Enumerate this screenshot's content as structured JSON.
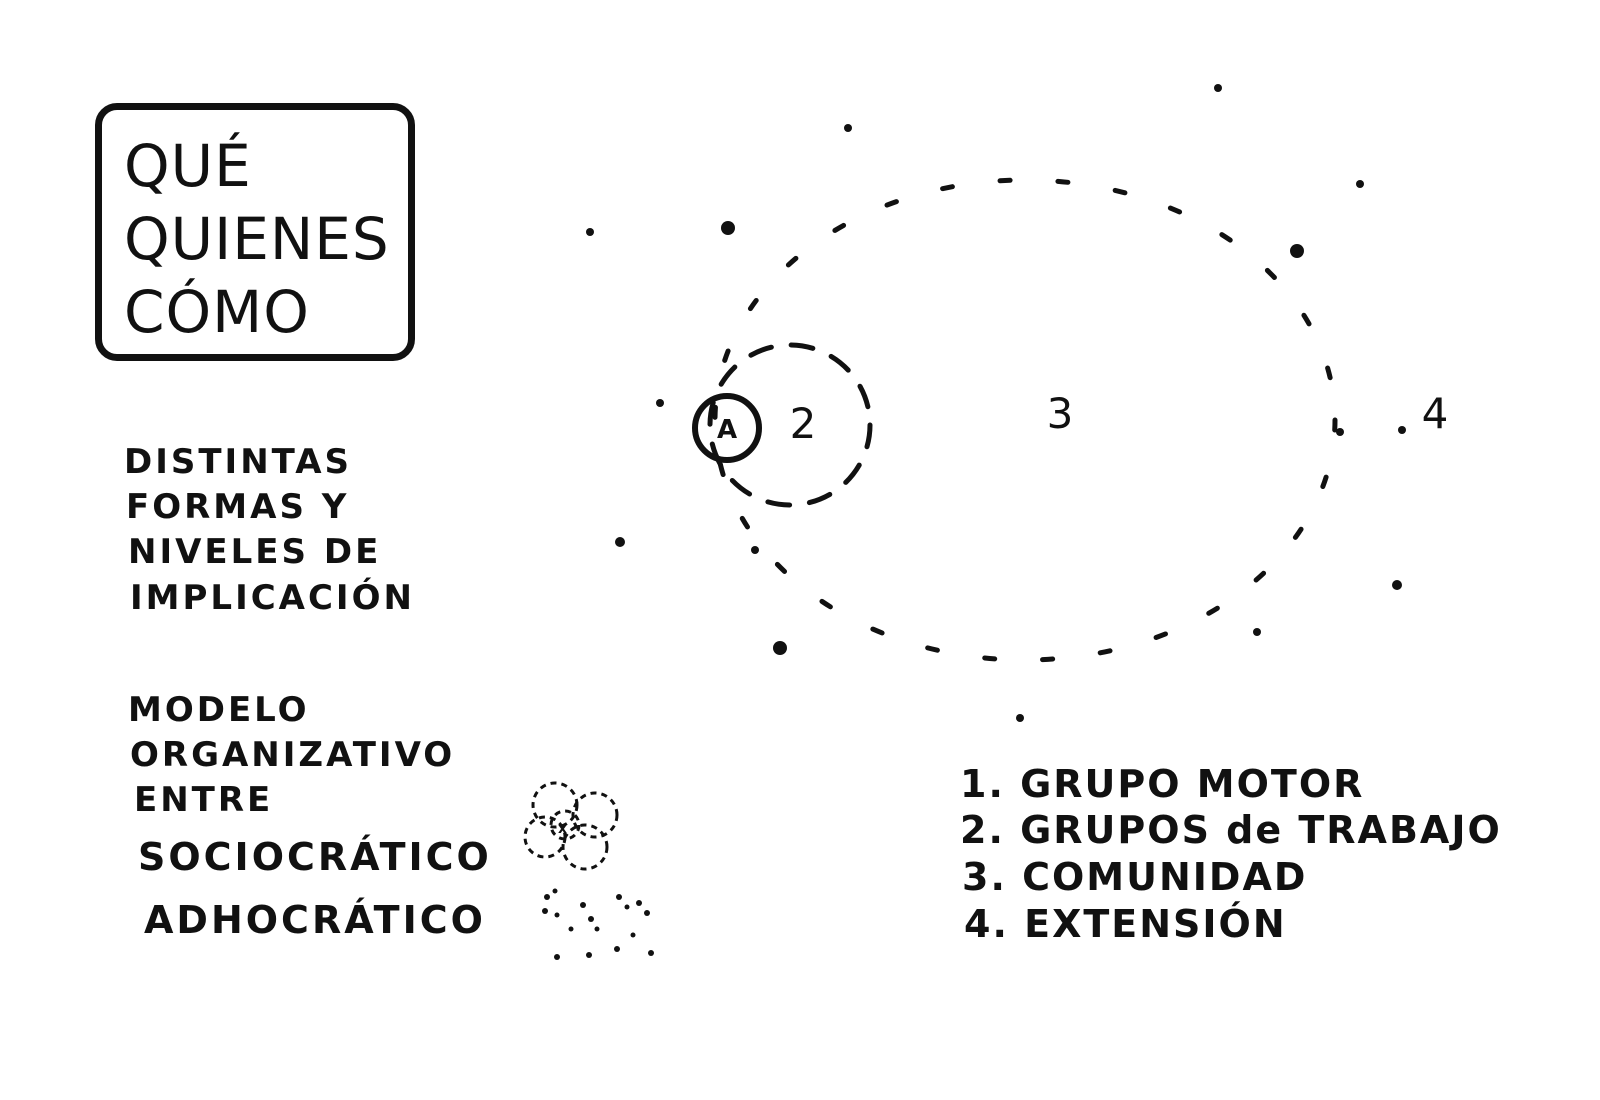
{
  "title_box": {
    "lines": [
      "QUÉ",
      "QUIENES",
      "CÓMO"
    ]
  },
  "implication_note": {
    "lines": [
      "DISTINTAS",
      "FORMAS Y",
      "NIVELES DE",
      "IMPLICACIÓN"
    ]
  },
  "model_note": {
    "lines": [
      "MODELO",
      "ORGANIZATIVO",
      "ENTRE"
    ],
    "options": [
      "SOCIOCRÁTICO",
      "ADHOCRÁTICO"
    ]
  },
  "diagram": {
    "center_label": "A",
    "ring_labels": [
      "2",
      "3",
      "4"
    ]
  },
  "legend": {
    "items": [
      "1. GRUPO MOTOR",
      "2. GRUPOS de TRABAJO",
      "3. COMUNIDAD",
      "4. EXTENSIÓN"
    ]
  },
  "colors": {
    "ink": "#111111",
    "paper": "#ffffff"
  }
}
